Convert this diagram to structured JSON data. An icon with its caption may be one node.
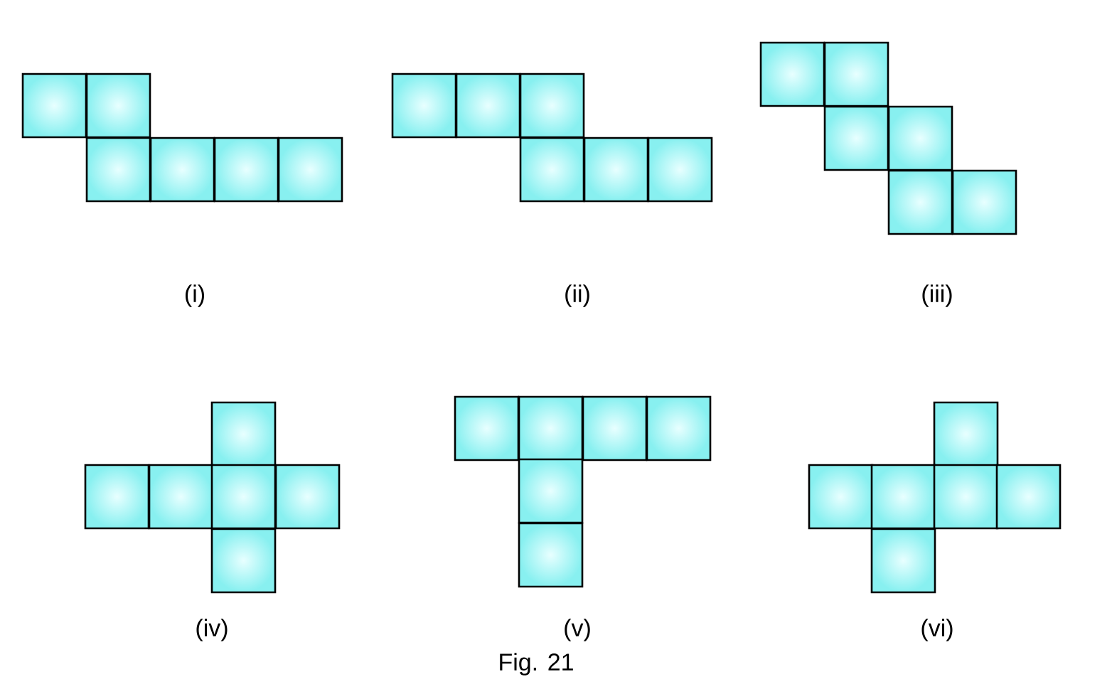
{
  "diagram": {
    "caption": "Fig. 21",
    "labels": [
      "(i)",
      "(ii)",
      "(iii)",
      "(iv)",
      "(v)",
      "(vi)"
    ]
  }
}
